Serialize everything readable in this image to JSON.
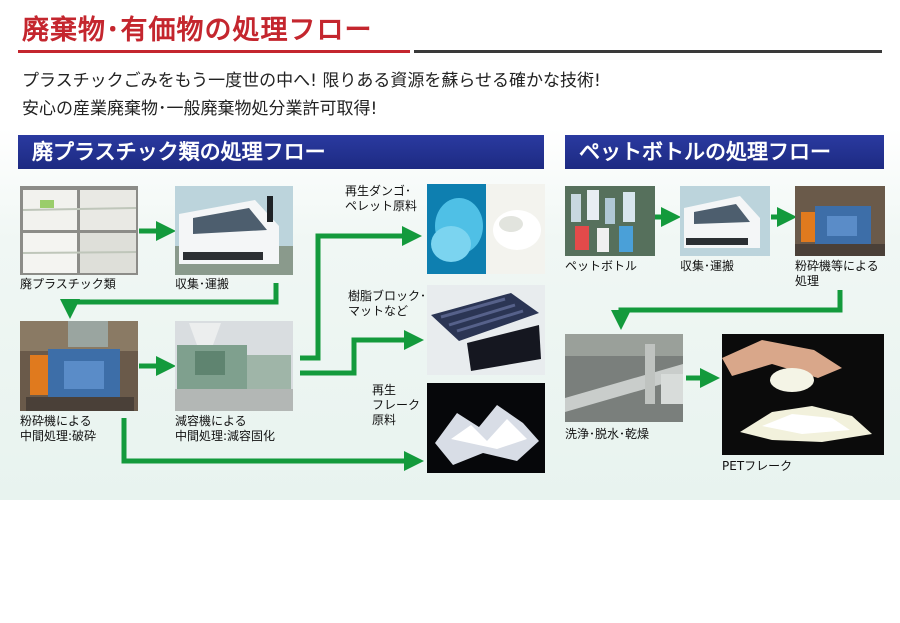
{
  "header": {
    "title": "廃棄物･有価物の処理フロー",
    "intro_line1": "プラスチックごみをもう一度世の中へ! 限りある資源を蘇らせる確かな技術!",
    "intro_line2": "安心の産業廃棄物･一般廃棄物処分業許可取得!"
  },
  "plastic_flow": {
    "banner": "廃プラスチック類の処理フロー",
    "waste_plastic": "廃プラスチック類",
    "collection": "収集･運搬",
    "crusher_line1": "粉砕機による",
    "crusher_line2": "中間処理:破砕",
    "reducer_line1": "減容機による",
    "reducer_line2": "中間処理:減容固化",
    "pellet_line1": "再生ダンゴ･",
    "pellet_line2": "ペレット原料",
    "block_line1": "樹脂ブロック･",
    "block_line2": "マットなど",
    "flake_line1": "再生",
    "flake_line2": "フレーク",
    "flake_line3": "原料"
  },
  "pet_flow": {
    "banner": "ペットボトルの処理フロー",
    "bottles": "ペットボトル",
    "collection": "収集･運搬",
    "crusher_line1": "粉砕機等による",
    "crusher_line2": "処理",
    "washing": "洗浄･脱水･乾燥",
    "pet_flake": "PETフレーク"
  },
  "colors": {
    "title_red": "#c4262e",
    "banner_blue": "#1d2a82",
    "arrow_green": "#139a3c"
  }
}
